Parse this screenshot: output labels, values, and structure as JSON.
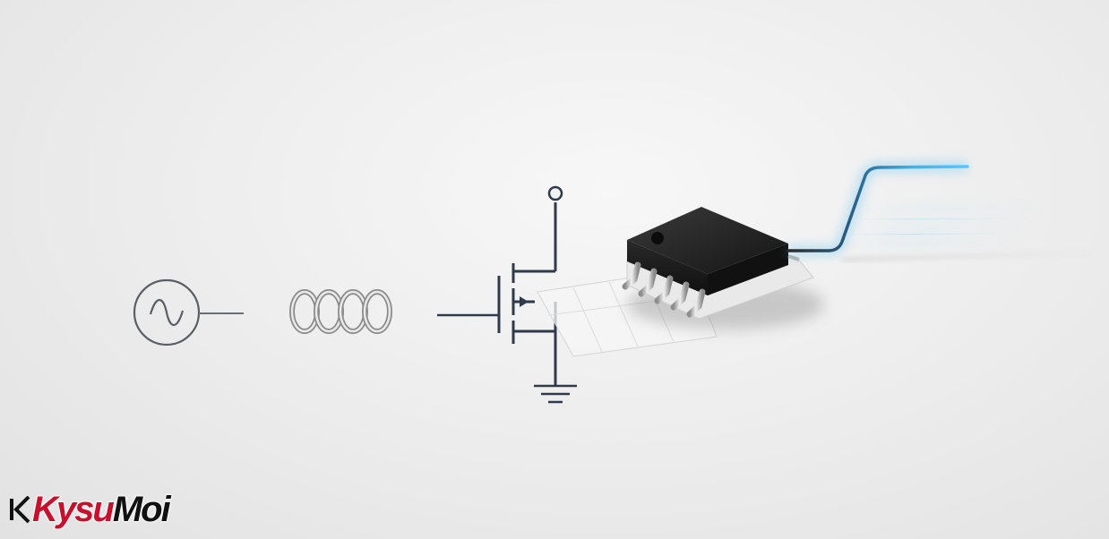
{
  "scene": {
    "description_elements": {
      "source_symbol": "ac-source-icon",
      "inductor_symbol": "inductor-coil-icon",
      "transistor_symbol": "mosfet-symbol-icon",
      "ground_symbol": "ground-icon",
      "terminal_symbol": "terminal-circle-icon",
      "chip": "soic-chip-icon",
      "signal": "glowing-signal-trace"
    },
    "colors": {
      "background": "#ececec",
      "symbol_line": "#2f3a4a",
      "chip_body": "#1e1e1e",
      "signal_glow": "#3ab4f2"
    }
  },
  "logo": {
    "part1": "Kysu",
    "part2": "",
    "part3": "Moi",
    "color_primary": "#111111",
    "color_accent": "#c8102e"
  }
}
